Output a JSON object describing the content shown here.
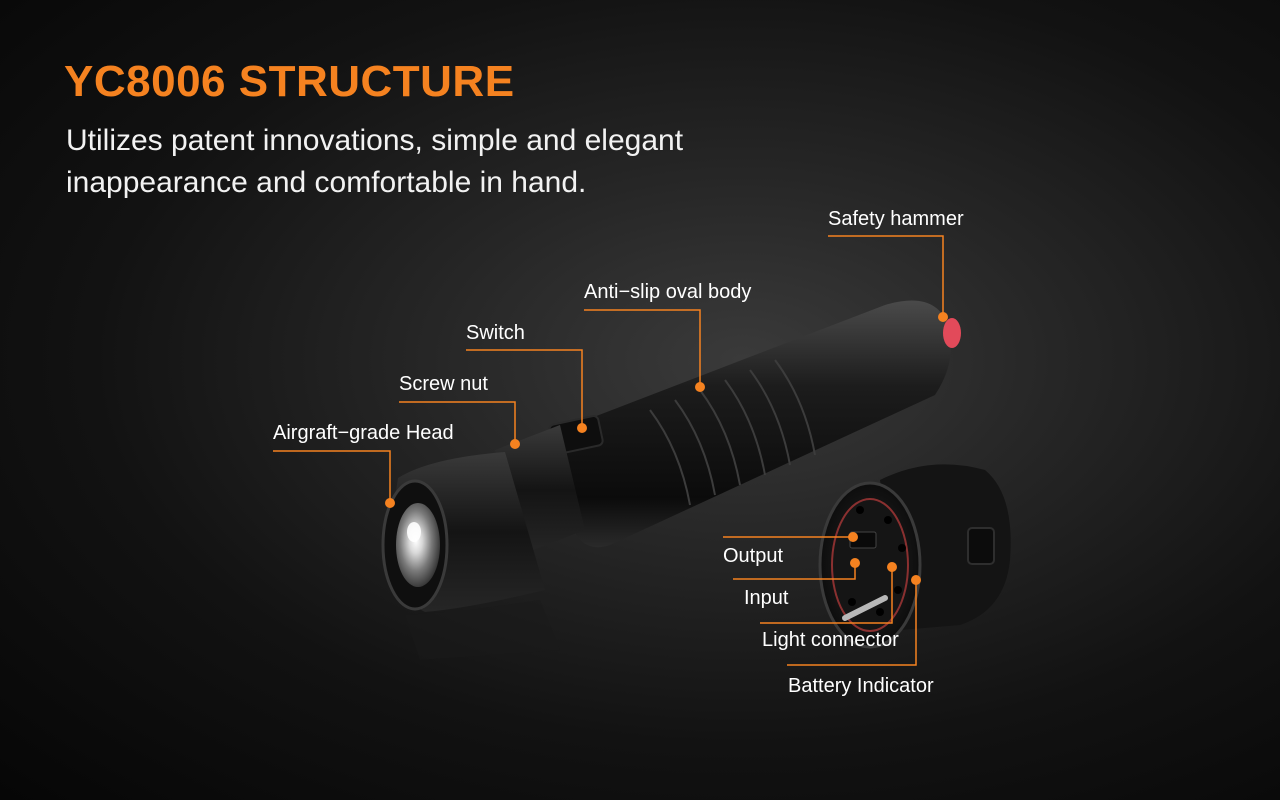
{
  "accent_color": "#f58220",
  "header": {
    "title": "YC8006 STRUCTURE",
    "subtitle_line1": "Utilizes patent innovations, simple and elegant",
    "subtitle_line2": "inappearance and comfortable in hand."
  },
  "callouts": {
    "safety_hammer": "Safety hammer",
    "anti_slip_body": "Anti−slip oval body",
    "switch": "Switch",
    "screw_nut": "Screw nut",
    "head": "Airgraft−grade Head",
    "output": "Output",
    "input": "Input",
    "light_connector": "Light connector",
    "battery_indicator": "Battery Indicator"
  },
  "icons": {
    "flashlight": "flashlight-icon",
    "tail_cap": "tail-cap-icon"
  }
}
